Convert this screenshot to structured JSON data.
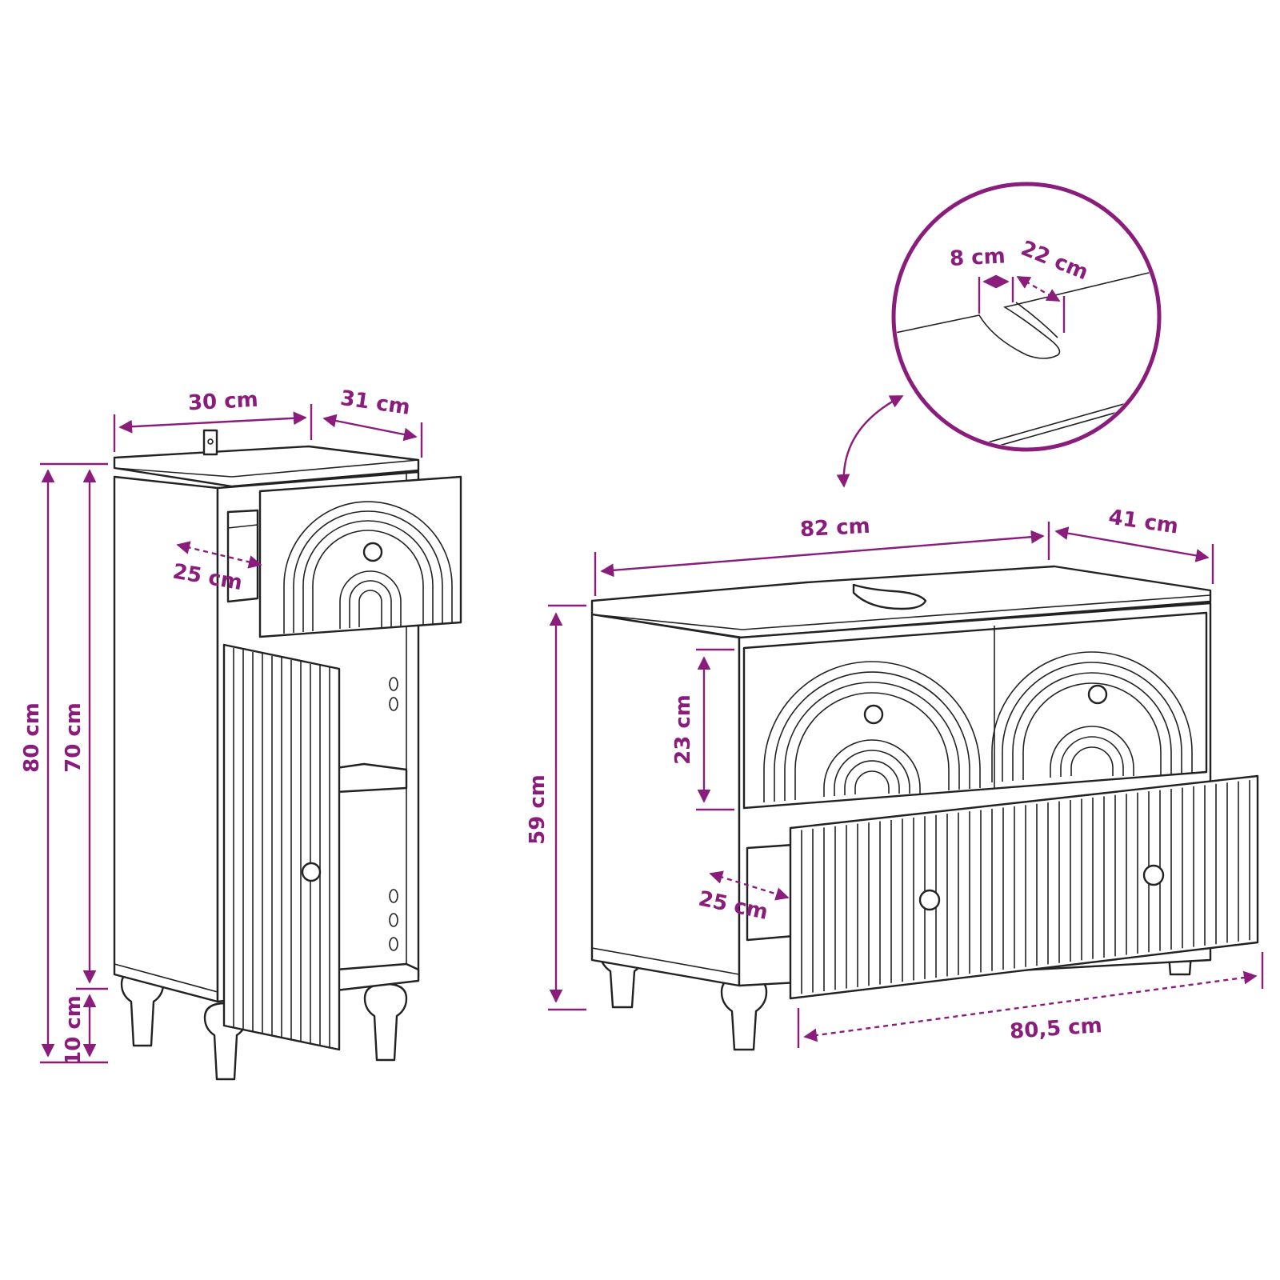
{
  "colors": {
    "accent": "#8a1c7c",
    "line": "#222222",
    "background": "#ffffff"
  },
  "labels": {
    "small_width": "30 cm",
    "small_depth": "31 cm",
    "small_total_height": "80 cm",
    "small_body_height": "70 cm",
    "small_leg_height": "10 cm",
    "small_drawer_depth": "25 cm",
    "large_width": "82 cm",
    "large_depth": "41 cm",
    "large_height": "59 cm",
    "large_drawer_height": "23 cm",
    "large_drawer_depth": "25 cm",
    "large_drawer_width": "80,5 cm",
    "cutout_width": "8 cm",
    "cutout_depth": "22 cm"
  }
}
